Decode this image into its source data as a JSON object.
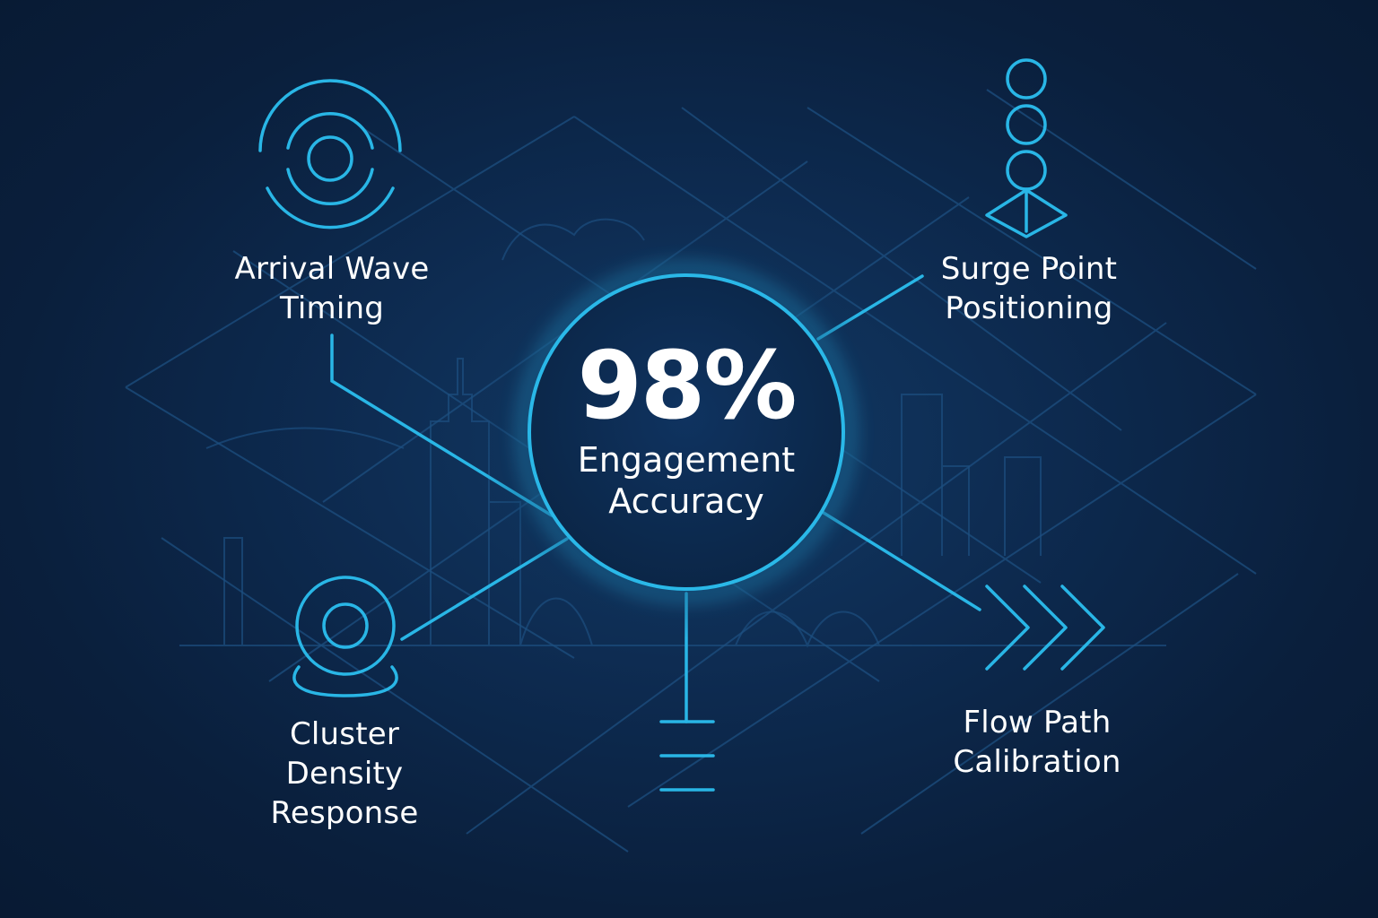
{
  "colors": {
    "background": "#0b2240",
    "accent": "#29b6e6",
    "grid": "#1d4f80",
    "text": "#ffffff"
  },
  "center": {
    "value": "98%",
    "caption_line1": "Engagement",
    "caption_line2": "Accuracy"
  },
  "nodes": {
    "arrival": {
      "line1": "Arrival Wave",
      "line2": "Timing",
      "icon": "concentric-waves-icon"
    },
    "surge": {
      "line1": "Surge Point",
      "line2": "Positioning",
      "icon": "stacked-circles-pin-icon"
    },
    "cluster": {
      "line1": "Cluster",
      "line2": "Density",
      "line3": "Response",
      "icon": "target-on-base-icon"
    },
    "flow": {
      "line1": "Flow Path",
      "line2": "Calibration",
      "icon": "triple-chevron-icon"
    },
    "bottom": {
      "icon": "ground-lines-icon"
    }
  }
}
